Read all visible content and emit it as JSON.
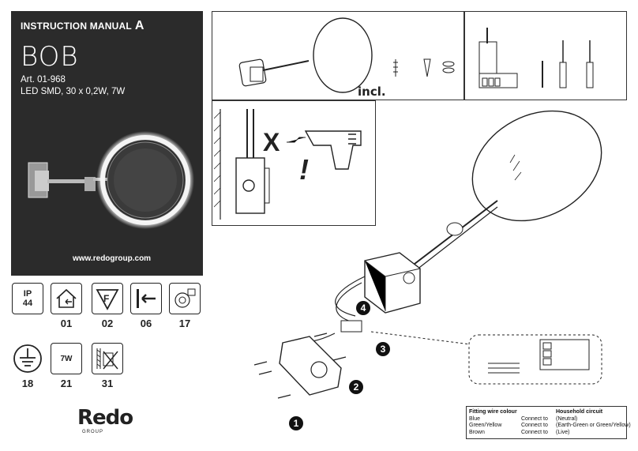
{
  "cover": {
    "title": "INSTRUCTION MANUAL",
    "title_suffix": "A",
    "model": "BOB",
    "art": "Art. 01-968",
    "spec": "LED SMD, 30 x 0,2W, 7W",
    "website": "www.redogroup.com",
    "background_color": "#2b2b2b"
  },
  "icons": [
    {
      "icon": "ip44-icon",
      "text_line1": "IP",
      "text_line2": "44",
      "label": ""
    },
    {
      "icon": "indoor-house-icon",
      "label": "01"
    },
    {
      "icon": "f-mark-icon",
      "text": "F",
      "label": "02"
    },
    {
      "icon": "wall-mount-icon",
      "label": "06"
    },
    {
      "icon": "transformer-icon",
      "label": "17"
    },
    {
      "icon": "earth-ground-icon",
      "label": "18"
    },
    {
      "icon": "wattage-icon",
      "text": "7W",
      "label": "21"
    },
    {
      "icon": "no-wet-wall-icon",
      "label": "31"
    }
  ],
  "panels": {
    "included_label": "incl.",
    "drill_mark": "X",
    "warning_mark": "!"
  },
  "steps": [
    "1",
    "2",
    "3",
    "4"
  ],
  "wiring_table": {
    "header_left": "Fitting wire colour",
    "header_right": "Household circuit",
    "rows": [
      {
        "colour": "Blue",
        "connect": "Connect to",
        "circuit": "(Neutral)"
      },
      {
        "colour": "Green/Yellow",
        "connect": "Connect to",
        "circuit": "(Earth-Green or Green/Yellow)"
      },
      {
        "colour": "Brown",
        "connect": "Connect to",
        "circuit": "(Live)"
      }
    ]
  },
  "brand": {
    "logo": "Redo",
    "sub": "GROUP"
  }
}
